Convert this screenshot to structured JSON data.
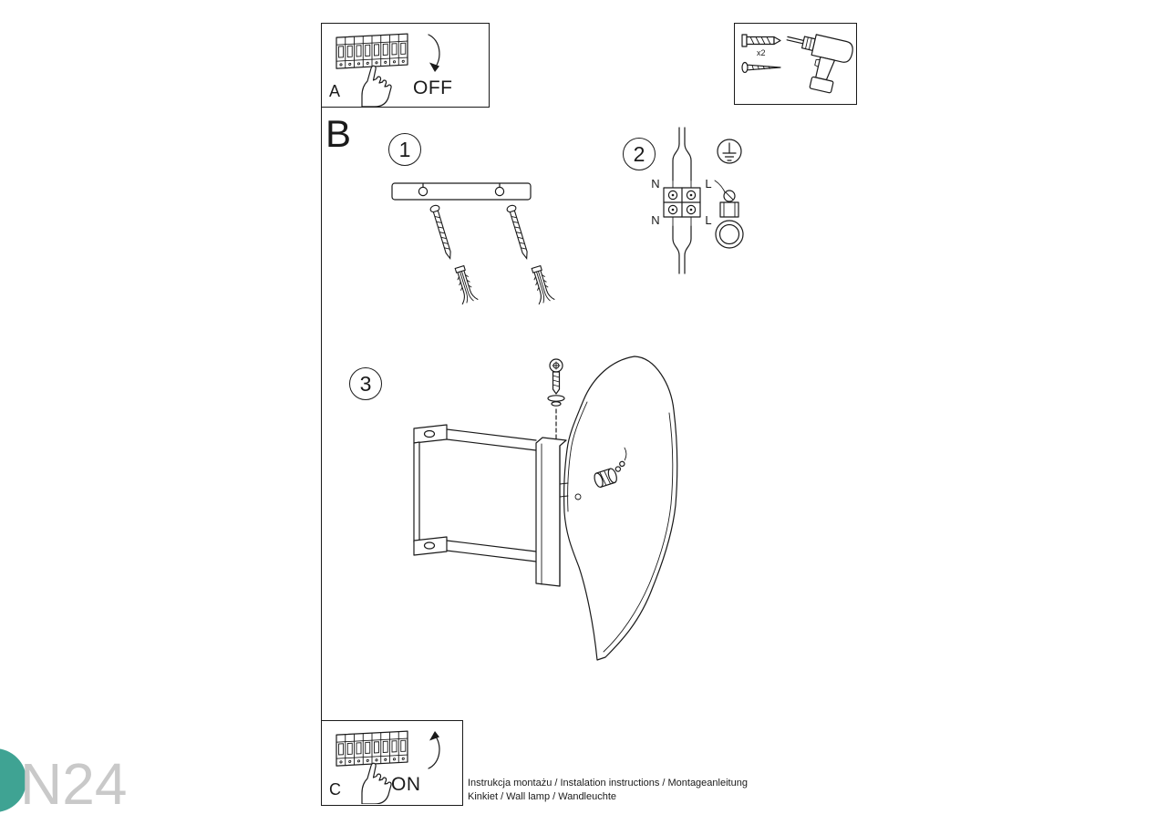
{
  "page": {
    "background": "#ffffff",
    "ink": "#1a1a1a"
  },
  "panel_a": {
    "label": "A",
    "state": "OFF"
  },
  "panel_c": {
    "label": "C",
    "state": "ON"
  },
  "tools": {
    "anchor_count": "x2"
  },
  "section_b": {
    "label": "B"
  },
  "steps": {
    "step1": "1",
    "step2": "2",
    "step3": "3"
  },
  "wiring": {
    "top_left": "N",
    "top_right": "L",
    "bottom_left": "N",
    "bottom_right": "L"
  },
  "footer": {
    "line1": "Instrukcja montażu / Instalation instructions / Montageanleitung",
    "line2": "Kinkiet / Wall lamp / Wandleuchte"
  },
  "watermark": {
    "text": "N24",
    "circle_color": "#3fa393",
    "text_color": "#c9c9c9"
  }
}
